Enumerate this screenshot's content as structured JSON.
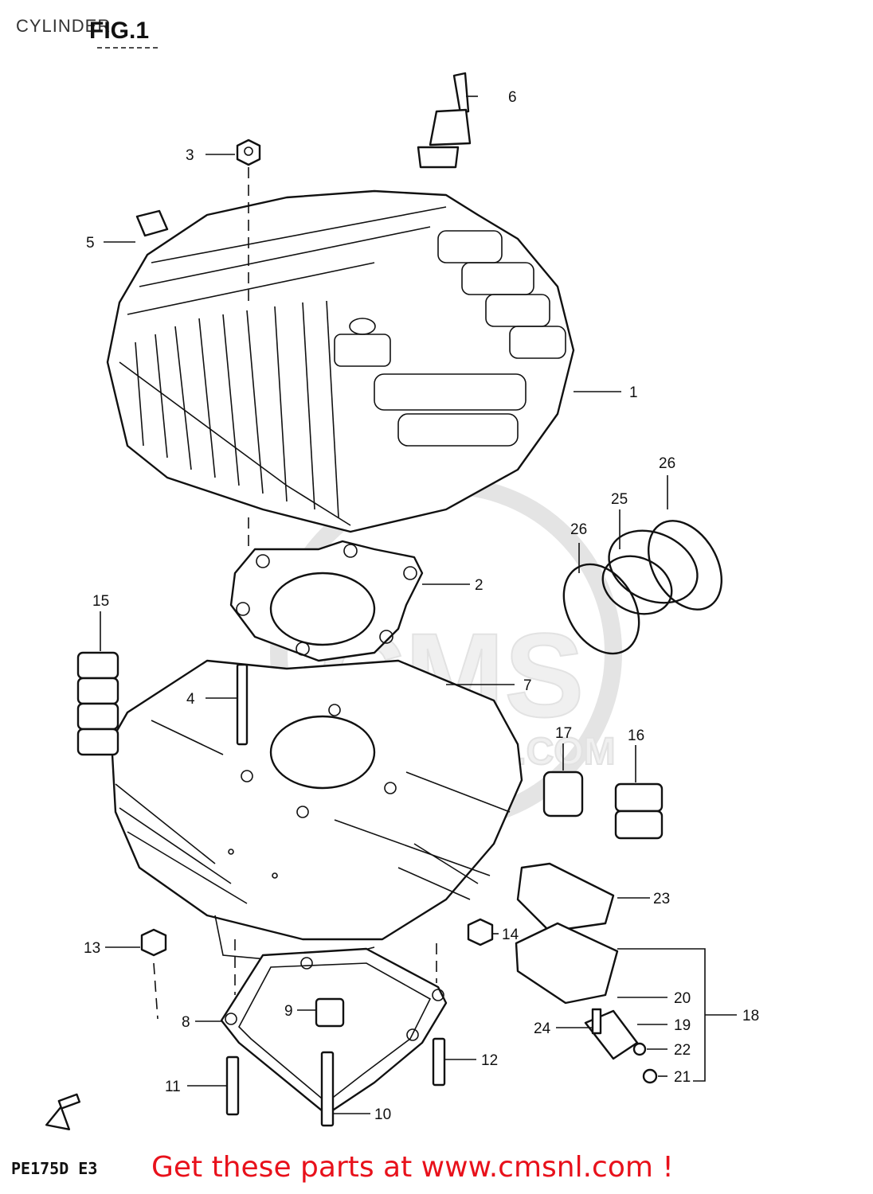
{
  "header": {
    "title": "CYLINDER",
    "figure": "FIG.1"
  },
  "footer": {
    "model_code": "PE175D E3",
    "cta": "Get these parts at www.cmsnl.com !"
  },
  "watermark": {
    "brand": "CMS",
    "url": "WWW.CMSNL.COM"
  },
  "callouts": [
    "1",
    "2",
    "3",
    "4",
    "5",
    "6",
    "7",
    "8",
    "9",
    "10",
    "11",
    "12",
    "13",
    "14",
    "15",
    "16",
    "17",
    "18",
    "19",
    "20",
    "21",
    "22",
    "23",
    "24",
    "25",
    "26",
    "26"
  ],
  "colors": {
    "cta": "#e8111b",
    "watermark": "#e2e2e2"
  }
}
